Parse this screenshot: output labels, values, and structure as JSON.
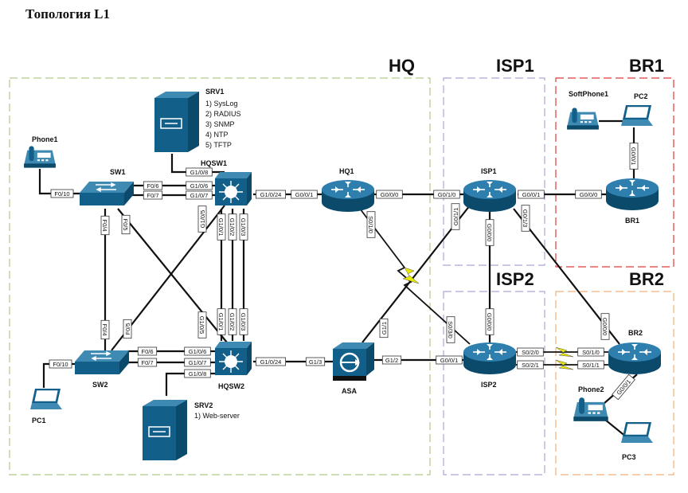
{
  "title": "Топология L1",
  "zones": [
    {
      "id": "hq",
      "name": "HQ",
      "color": "#b5c98a"
    },
    {
      "id": "isp1",
      "name": "ISP1",
      "color": "#a9a8d6"
    },
    {
      "id": "br1",
      "name": "BR1",
      "color": "#e03a3a"
    },
    {
      "id": "isp2",
      "name": "ISP2",
      "color": "#a9a8d6"
    },
    {
      "id": "br2",
      "name": "BR2",
      "color": "#f0b07a"
    }
  ],
  "devices": {
    "phone1": "Phone1",
    "sw1": "SW1",
    "hqsw1": "HQSW1",
    "hq1": "HQ1",
    "isp1": "ISP1",
    "softphone1": "SoftPhone1",
    "pc2": "PC2",
    "br1": "BR1",
    "sw2": "SW2",
    "pc1": "PC1",
    "hqsw2": "HQSW2",
    "asa": "ASA",
    "isp2": "ISP2",
    "br2": "BR2",
    "phone2": "Phone2",
    "pc3": "PC3",
    "srv1": "SRV1",
    "srv2": "SRV2"
  },
  "srv1_services": [
    "1) SysLog",
    "2) RADIUS",
    "3) SNMP",
    "4) NTP",
    "5) TFTP"
  ],
  "srv2_services": [
    "1) Web-server"
  ],
  "port_labels": {
    "phone1_sw1": "F0/10",
    "sw1_hqsw1_a": "F0/6",
    "sw1_hqsw1_b": "F0/7",
    "hqsw1_sw1_a": "G1/0/6",
    "hqsw1_sw1_b": "G1/0/7",
    "hqsw1_srv1": "G1/0/8",
    "hqsw1_hq1": "G1/0/24",
    "hq1_hqsw1": "G0/0/1",
    "hq1_isp1": "G0/0/0",
    "isp1_hq1": "G0/1/0",
    "isp1_br1": "G0/0/1",
    "br1_isp1": "G0/0/0",
    "br1_pc2": "G0/0/1",
    "sw1_sw2": "F0/4",
    "sw1_hqsw2": "F0/5",
    "hqsw1_sw2": "G1/0/5",
    "hqsw1_hqsw2_1": "G1/0/1",
    "hqsw1_hqsw2_2": "G1/0/2",
    "hqsw1_hqsw2_3": "G1/0/3",
    "hq1_isp2": "S0/1/0",
    "isp1_asa": "G0/1/1",
    "isp1_isp2": "G0/0/0",
    "isp1_br2": "G0/1/3",
    "sw2_sw1": "F0/4",
    "sw2_hqsw1": "F0/5",
    "hqsw2_sw1": "G1/0/5",
    "hqsw2_hqsw1_1": "G1/0/1",
    "hqsw2_hqsw1_2": "G1/0/2",
    "hqsw2_hqsw1_3": "G1/0/3",
    "asa_isp1": "G1/1",
    "isp2_hq1": "S0/3/0",
    "isp2_isp1": "G0/0/0",
    "br2_isp1": "G0/0/0",
    "pc1_sw2": "F0/10",
    "sw2_hqsw2_a": "F0/6",
    "sw2_hqsw2_b": "F0/7",
    "hqsw2_sw2_a": "G1/0/6",
    "hqsw2_sw2_b": "G1/0/7",
    "hqsw2_srv2": "G1/0/8",
    "hqsw2_asa": "G1/0/24",
    "asa_hqsw2": "G1/3",
    "asa_isp2": "G1/2",
    "isp2_asa": "G0/0/1",
    "isp2_br2_a": "S0/2/0",
    "isp2_br2_b": "S0/2/1",
    "br2_isp2_a": "S0/1/0",
    "br2_isp2_b": "S0/1/1",
    "br2_phone2": "G0/0/1"
  },
  "colors": {
    "device_blue": "#12608a",
    "device_dark": "#0b4a6b",
    "device_light": "#3f8ab3",
    "serial_link": "#e8e800"
  },
  "icons": {
    "router": "router-icon",
    "switch": "switch-icon",
    "multilayer_switch": "multilayer-switch-icon",
    "server": "server-icon",
    "ip_phone": "ip-phone-icon",
    "laptop": "laptop-icon",
    "firewall": "firewall-icon"
  }
}
